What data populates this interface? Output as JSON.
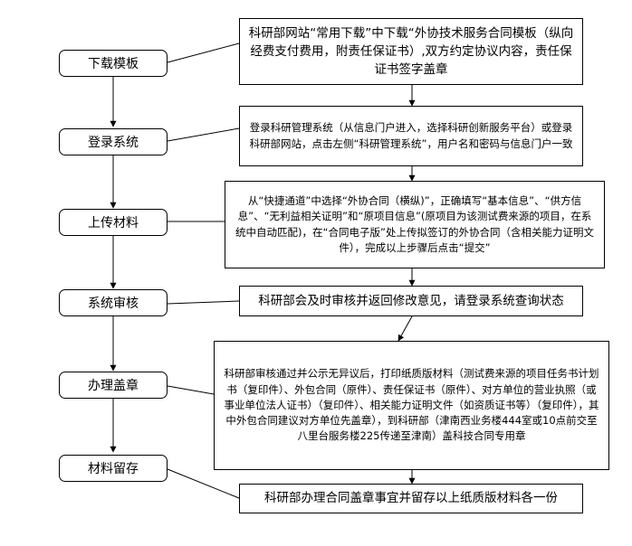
{
  "steps": [
    "下载模板",
    "登录系统",
    "上传材料",
    "系统审核",
    "办理盖章",
    "材料留存"
  ],
  "descriptions": [
    "科研部网站“常用下载”中下载“外协技术服务合同模板（纵向经费支付费用，附责任保证书）,双方约定协议内容，责任保证书签字盖章",
    "登录科研管理系统（从信息门户进入，选择科研创新服务平台）或登录科研部网站，点击左侧“科研管理系统”，用户名和密码与信息门户一致",
    "从“快捷通道”中选择“外协合同（横纵)”，正确填写“基本信息”、“供方信息”、“无利益相关证明”和“原项目信息”(原项目为该测试费来源的项目，在系统中自动匹配)，在“合同电子版”处上传拟签订的外协合同（含相关能力证明文件），完成以上步骤后点击“提交”",
    "科研部会及时审核并返回修改意见，请登录系统查询状态",
    "科研部审核通过并公示无异议后，打印纸质版材料（测试费来源的项目任务书计划书（复印件）、外包合同（原件）、责任保证书（原件）、对方单位的营业执照（或事业单位法人证书）（复印件）、相关能力证明文件（如资质证书等）（复印件），其中外包合同建议对方单位先盖章），到科研部（津南西业务楼444室或10点前交至八里台服务楼225传递至津南）盖科技合同专用章",
    "科研部办理合同盖章事宜并留存以上纸质版材料各一份"
  ]
}
